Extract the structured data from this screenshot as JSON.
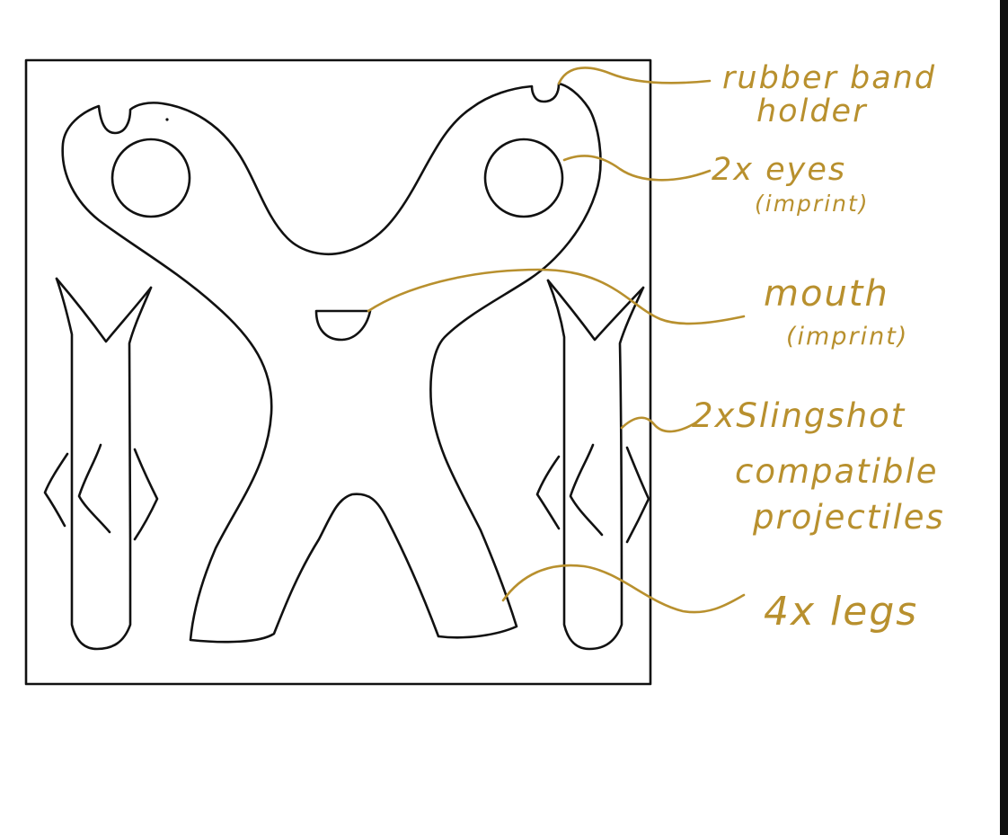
{
  "colors": {
    "ink": "#111111",
    "annotation": "#b8902e",
    "background": "#ffffff"
  },
  "labels": {
    "rubber_band_line1": "rubber band",
    "rubber_band_line2": "holder",
    "eyes_line1": "2x eyes",
    "eyes_line2": "(imprint)",
    "mouth_line1": "mouth",
    "mouth_line2": "(imprint)",
    "projectiles_line1": "2xSlingshot",
    "projectiles_line2": "compatible",
    "projectiles_line3": "projectiles",
    "legs": "4x legs"
  }
}
